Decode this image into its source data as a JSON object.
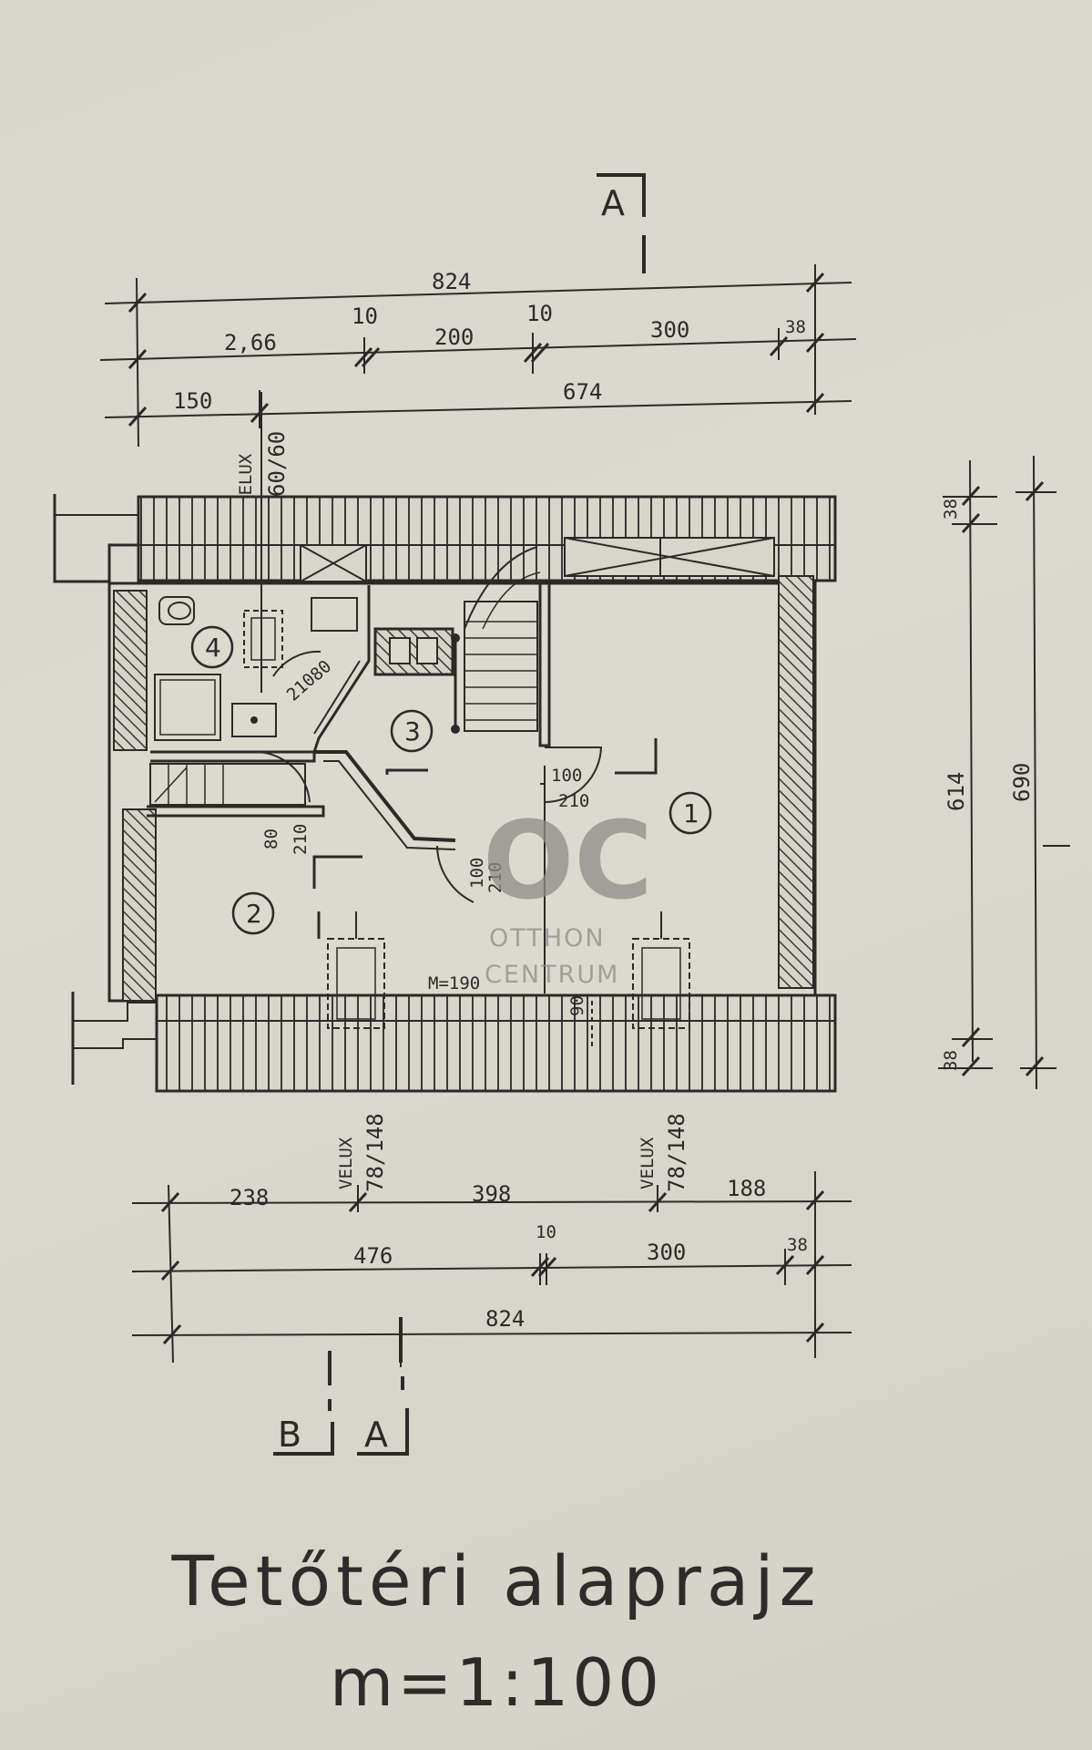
{
  "drawing": {
    "title": "Tetőtéri alaprajz",
    "scale": "m=1:100"
  },
  "sections": {
    "top_a": "A",
    "bottom_b": "B",
    "bottom_a": "A"
  },
  "dimensions_top": {
    "overall": "824",
    "row2": [
      "2,66",
      "10",
      "200",
      "10",
      "300",
      "38"
    ],
    "row3": [
      "150",
      "674"
    ]
  },
  "dimensions_bottom": {
    "row1": [
      "238",
      "398",
      "188"
    ],
    "row2": [
      "476",
      "10",
      "300",
      "38"
    ],
    "overall": "824"
  },
  "dimensions_right": {
    "top_offset": "38",
    "inner": "614",
    "outer": "690",
    "bottom_offset": "38"
  },
  "windows": {
    "top_label": "VELUX",
    "top_size": "60/60",
    "bottom_left_label": "VELUX",
    "bottom_left_size": "78/148",
    "bottom_right_label": "VELUX",
    "bottom_right_size": "78/148"
  },
  "rooms": [
    "1",
    "2",
    "3",
    "4"
  ],
  "doors": {
    "bath_w": "80",
    "bath_h": "210",
    "room1_w": "100",
    "room1_h": "210",
    "room2_w": "80",
    "room2_h": "210",
    "hall_w": "100",
    "hall_h": "210"
  },
  "annotations": {
    "knee_height": "M=190",
    "small_label": "90"
  },
  "watermark": {
    "logo": "OC",
    "line1": "OTTHON",
    "line2": "CENTRUM"
  },
  "colors": {
    "ink": "#2b2a28",
    "paper": "#d9d7cc",
    "watermark": "#8e8c86"
  }
}
